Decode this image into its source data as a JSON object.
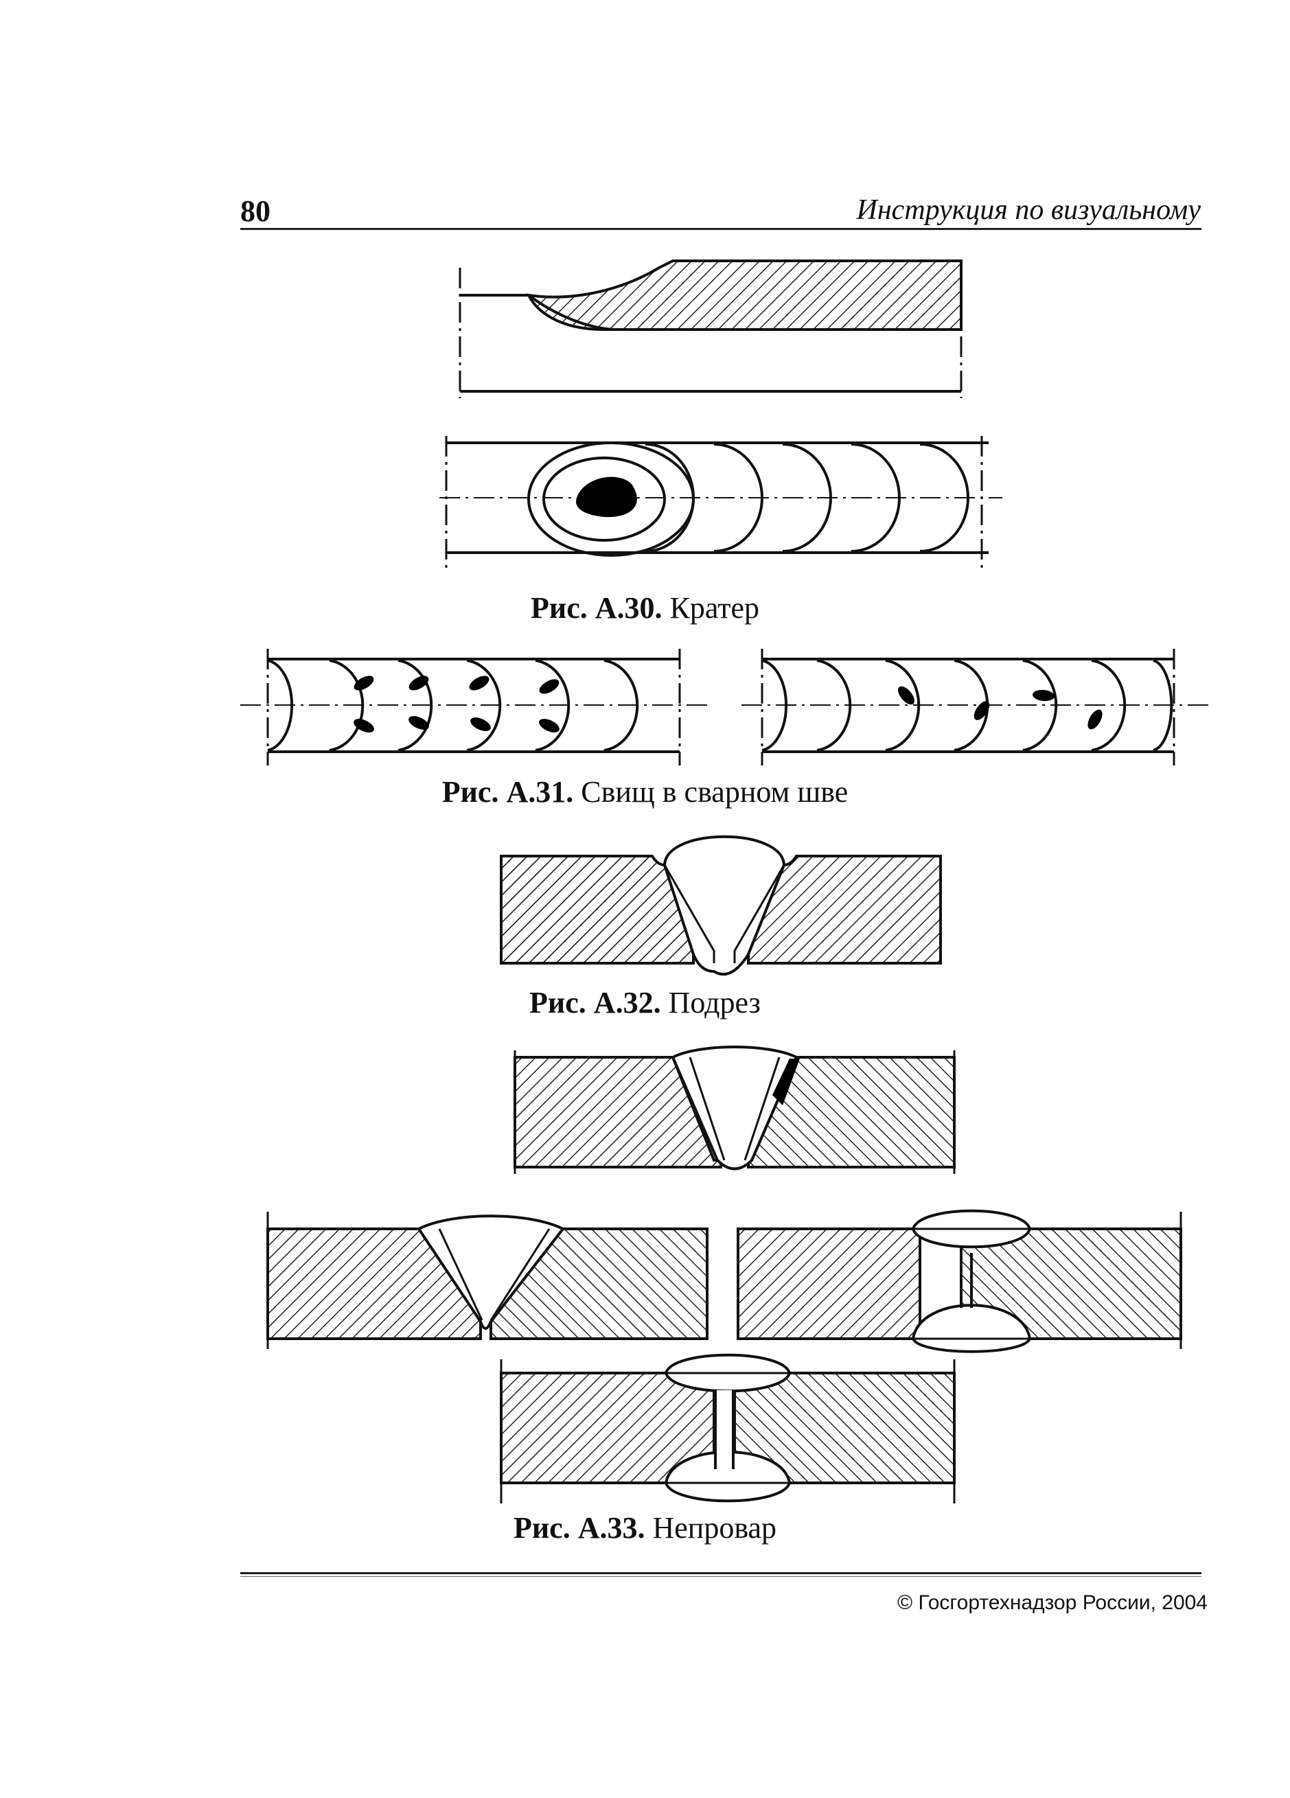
{
  "header": {
    "page_number": "80",
    "running_title": "Инструкция по визуальному"
  },
  "figures": [
    {
      "number": "Рис. А.30.",
      "title": "Кратер"
    },
    {
      "number": "Рис. А.31.",
      "title": "Свищ в сварном шве"
    },
    {
      "number": "Рис. А.32.",
      "title": "Подрез"
    },
    {
      "number": "Рис. А.33.",
      "title": "Непровар"
    }
  ],
  "footer": {
    "copyright": "© Госгортехнадзор России, 2004"
  }
}
